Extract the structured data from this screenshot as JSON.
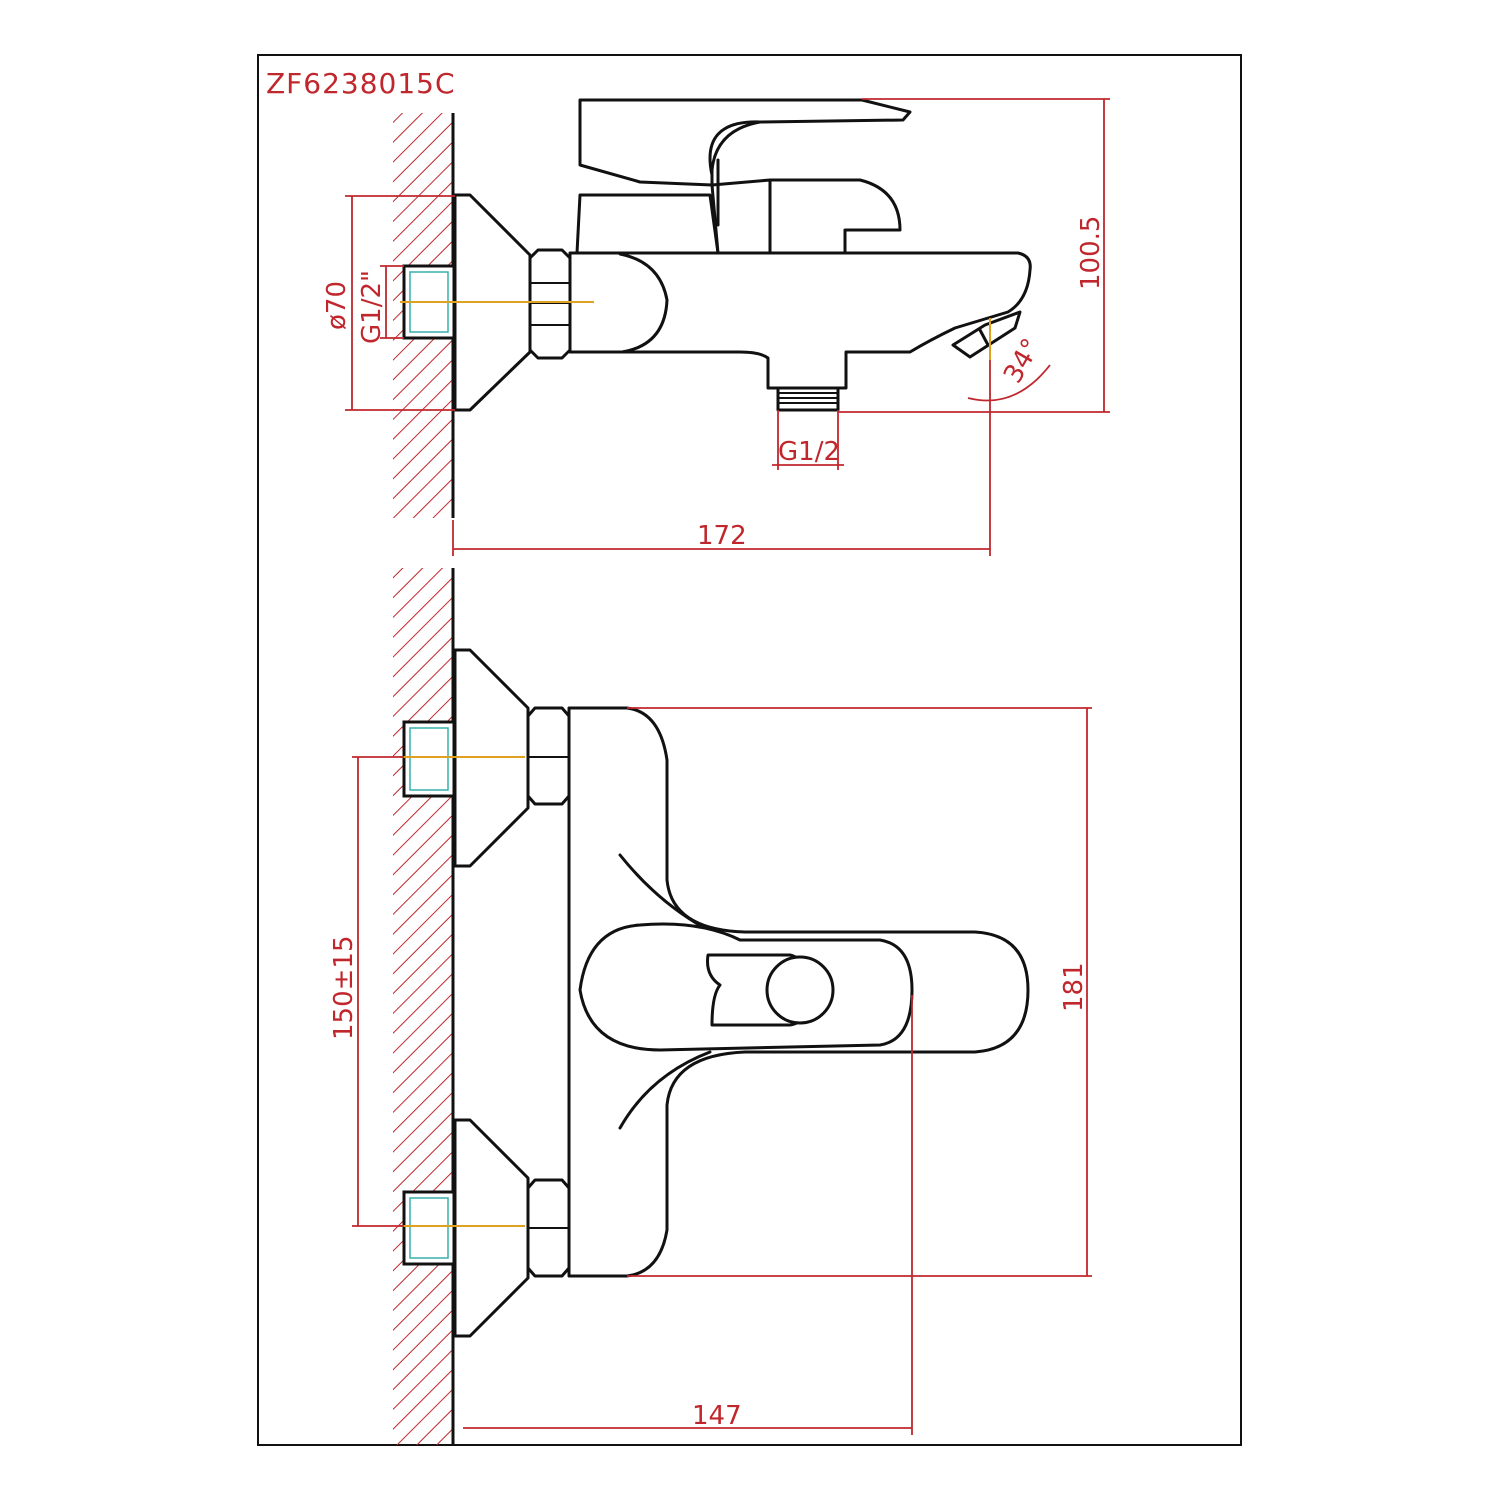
{
  "drawing": {
    "model_number": "ZF6238015C",
    "colors": {
      "dimension": "#c0272d",
      "object": "#111111",
      "center_line": "#e0a020",
      "pipe_detail": "#36b0b0"
    },
    "side_view": {
      "dimensions": {
        "escutcheon_diameter": "ø70",
        "inlet_thread": "G1/2\"",
        "outlet_thread": "G1/2",
        "overall_height": "100.5",
        "projection": "172",
        "spout_angle": "34°"
      }
    },
    "front_view": {
      "dimensions": {
        "inlet_spacing": "150±15",
        "body_height": "181",
        "lever_projection": "147"
      }
    }
  }
}
